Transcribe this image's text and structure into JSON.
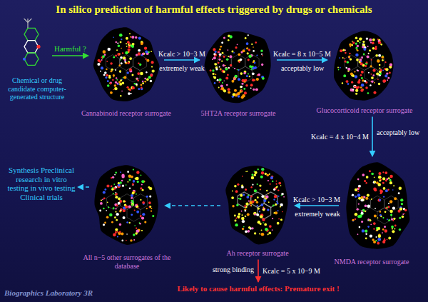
{
  "diagram": {
    "title": "In silico prediction of harmful effects triggered by drugs or chemicals",
    "nodes": [
      {
        "text": [
          "Chemical or drug candidate computer-generated structure"
        ]
      },
      {
        "text": [
          "Cannabinoid receptor surrogate"
        ]
      },
      {
        "text": [
          "5HT2A receptor surrogate"
        ]
      },
      {
        "text": [
          "Glucocorticoid receptor surrogate"
        ]
      },
      {
        "text": [
          "NMDA receptor surrogate"
        ]
      },
      {
        "text": [
          "Ah receptor surrogate"
        ]
      },
      {
        "text": [
          "All n−5 other surrogates of the database"
        ]
      },
      {
        "text": [
          "Synthesis Preclinical research in vitro testing in vivo testing Clinical trials"
        ]
      },
      {
        "text": [
          "Likely to cause harmful effects: Premature exit !"
        ]
      }
    ],
    "edges": [
      {
        "from": 0,
        "to": 1,
        "label": "Harmful ?",
        "arrow": "to"
      },
      {
        "from": 1,
        "to": 2,
        "label": "Kcalc > 10−3 M",
        "arrow": "to"
      },
      {
        "from": 2,
        "to": 3,
        "label": "Kcalc = 8 x 10−5 M",
        "arrow": "to"
      },
      {
        "from": 3,
        "to": 4,
        "label": "Kcalc = 4 x 10−4 M",
        "arrow": "to"
      },
      {
        "from": 4,
        "to": 5,
        "label": "Kcalc > 10−3 M",
        "arrow": "to"
      },
      {
        "from": 5,
        "to": 6,
        "arrow": "to"
      },
      {
        "from": 6,
        "to": 7,
        "arrow": "to"
      },
      {
        "from": 5,
        "to": 8,
        "label": "Kcalc = 5 x 10−9 M",
        "arrow": "to"
      }
    ],
    "labels": [
      "extremely weak",
      "acceptably low",
      "acceptably low",
      "extremely weak",
      "strong binding",
      "Biographics Laboratory 3R"
    ]
  }
}
